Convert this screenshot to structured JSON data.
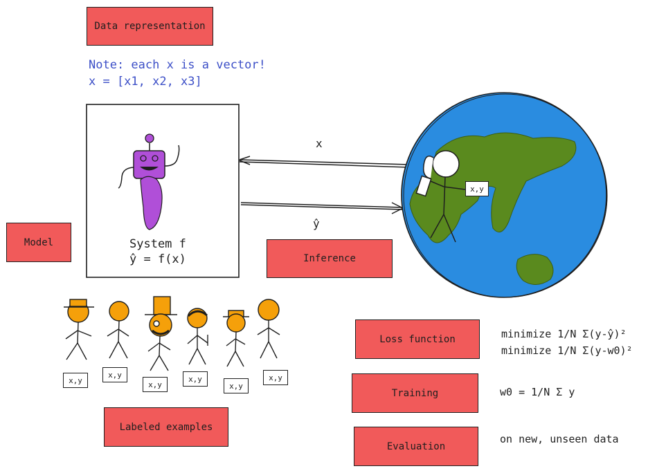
{
  "boxes": {
    "data_representation": "Data representation",
    "model": "Model",
    "inference": "Inference",
    "labeled_examples": "Labeled examples",
    "loss_function": "Loss function",
    "training": "Training",
    "evaluation": "Evaluation"
  },
  "note": {
    "line1": "Note: each x is a vector!",
    "line2": "x = [x1, x2, x3]"
  },
  "system": {
    "line1": "System f",
    "line2": "ŷ = f(x)"
  },
  "arrows": {
    "x_label": "x",
    "y_hat_label": "ŷ"
  },
  "tags": {
    "label": "x,y"
  },
  "formulas": {
    "loss1": "minimize 1/N Σ(y-ŷ)²",
    "loss2": "minimize 1/N Σ(y-w0)²",
    "training": "w0 = 1/N Σ y",
    "evaluation": "on new, unseen data"
  },
  "colors": {
    "red_box": "#f15a5a",
    "ocean": "#2a8ce0",
    "land": "#5a8a1e",
    "robot": "#b04fd8",
    "people": "#f5a00a",
    "note": "#3c4fc7"
  }
}
